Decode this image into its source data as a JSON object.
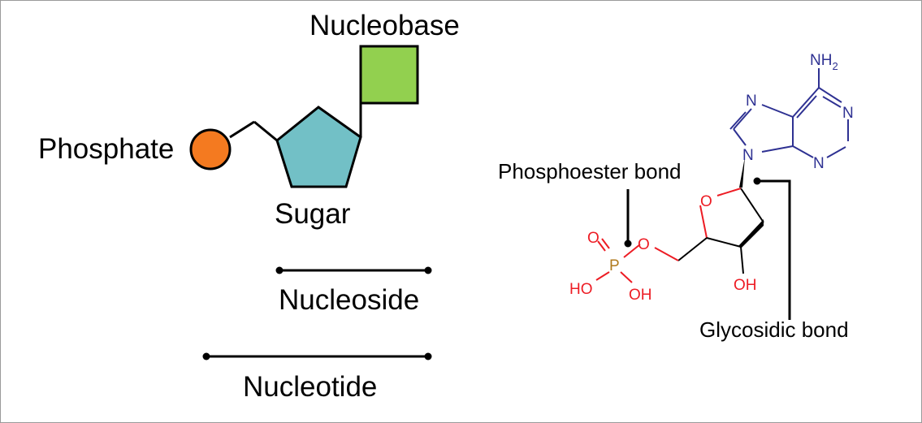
{
  "schematic": {
    "phosphate_label": "Phosphate",
    "sugar_label": "Sugar",
    "nucleobase_label": "Nucleobase",
    "nucleoside_label": "Nucleoside",
    "nucleotide_label": "Nucleotide"
  },
  "structure": {
    "phosphoester_bond_label": "Phosphoester bond",
    "glycosidic_bond_label": "Glycosidic bond",
    "atoms": {
      "nh2_main": "NH",
      "nh2_sub": "2",
      "n_top": "N",
      "n_right": "N",
      "n_bottom_right": "N",
      "n_glycosidic": "N",
      "o_ring": "O",
      "oh_sugar": "OH",
      "o_ester": "O",
      "p": "P",
      "o_double": "O",
      "ho_left": "HO",
      "oh_right": "OH"
    }
  },
  "colors": {
    "phosphate": "#f47a20",
    "sugar": "#72c0c6",
    "nucleobase": "#92d04f",
    "nitrogen": "#2e3192",
    "oxygen": "#ed1c24",
    "phosphorus": "#b07a1e"
  }
}
